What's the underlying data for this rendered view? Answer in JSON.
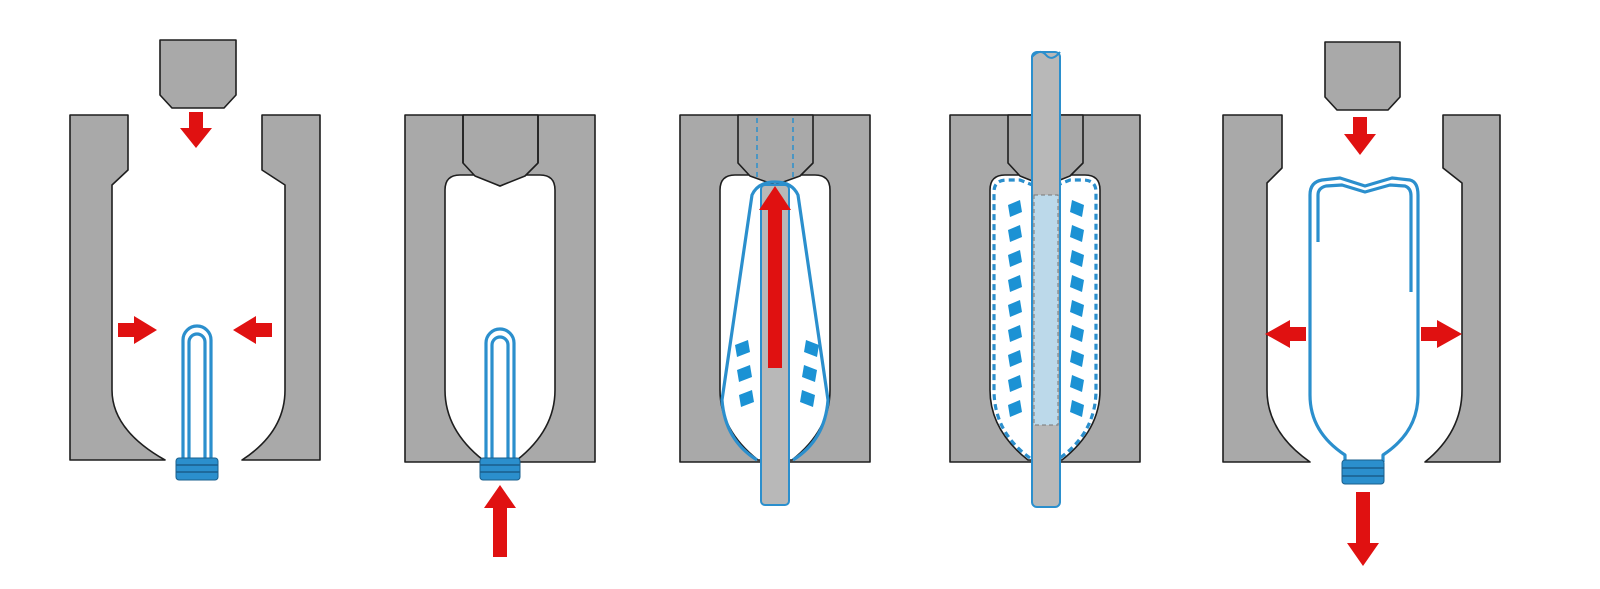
{
  "diagram": {
    "title": "",
    "stages": [
      {
        "step": 1,
        "action": "mold-closing-preform-insert"
      },
      {
        "step": 2,
        "action": "mold-closed-base-raise"
      },
      {
        "step": 3,
        "action": "stretch-rod-stretching"
      },
      {
        "step": 4,
        "action": "blow-air-expansion"
      },
      {
        "step": 5,
        "action": "mold-opening-bottle-eject"
      }
    ]
  },
  "colors": {
    "background": "#ffffff",
    "mold_fill": "#a9a9a9",
    "mold_stroke": "#1e1e1e",
    "plastic": "#2b8fcd",
    "air": "#1b92d4",
    "arrow": "#e01111",
    "rod_fill": "#b8b8b8"
  },
  "icons": [
    "mold-half-icon",
    "preform-icon",
    "stretch-rod-icon",
    "bottle-icon",
    "motion-arrow-icon"
  ]
}
